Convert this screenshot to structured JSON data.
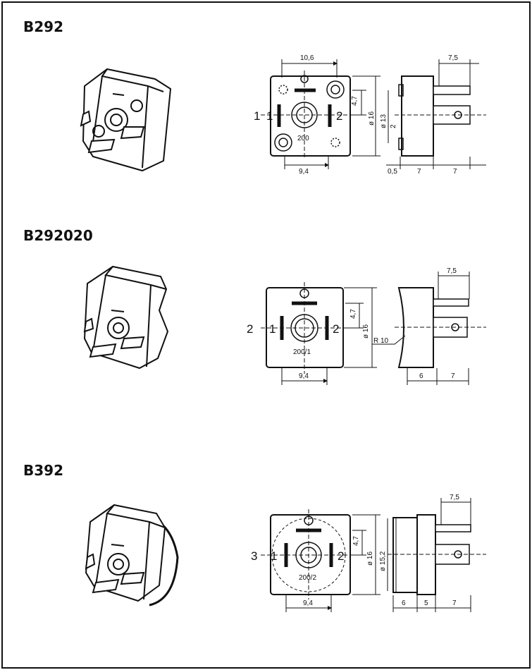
{
  "sections": [
    {
      "title": "B292",
      "pin_left_outer": "1",
      "pin_left": "1",
      "pin_right": "2",
      "code": "200",
      "dims": {
        "top_width": "10,6",
        "right_top": "7,5",
        "offset": "4,7",
        "dia_outer": "ø 16",
        "dia_inner": "ø 13",
        "small": "2",
        "bottom_width": "9,4",
        "b1": "0,5",
        "b2": "7",
        "b3": "7"
      }
    },
    {
      "title": "B292020",
      "pin_left_outer": "2",
      "pin_left": "1",
      "pin_right": "2",
      "code": "200/1",
      "dims": {
        "right_top": "7,5",
        "offset": "4,7",
        "dia_outer": "ø 16",
        "radius": "R 10",
        "bottom_width": "9,4",
        "b1": "6",
        "b2": "7"
      }
    },
    {
      "title": "B392",
      "pin_left_outer": "3",
      "pin_left": "1",
      "pin_right": "2",
      "code": "200/2",
      "dims": {
        "right_top": "7,5",
        "offset": "4,7",
        "dia_outer": "ø 16",
        "dia_inner": "ø 15,2",
        "bottom_width": "9,4",
        "b1": "6",
        "b2": "5",
        "b3": "7"
      }
    }
  ]
}
